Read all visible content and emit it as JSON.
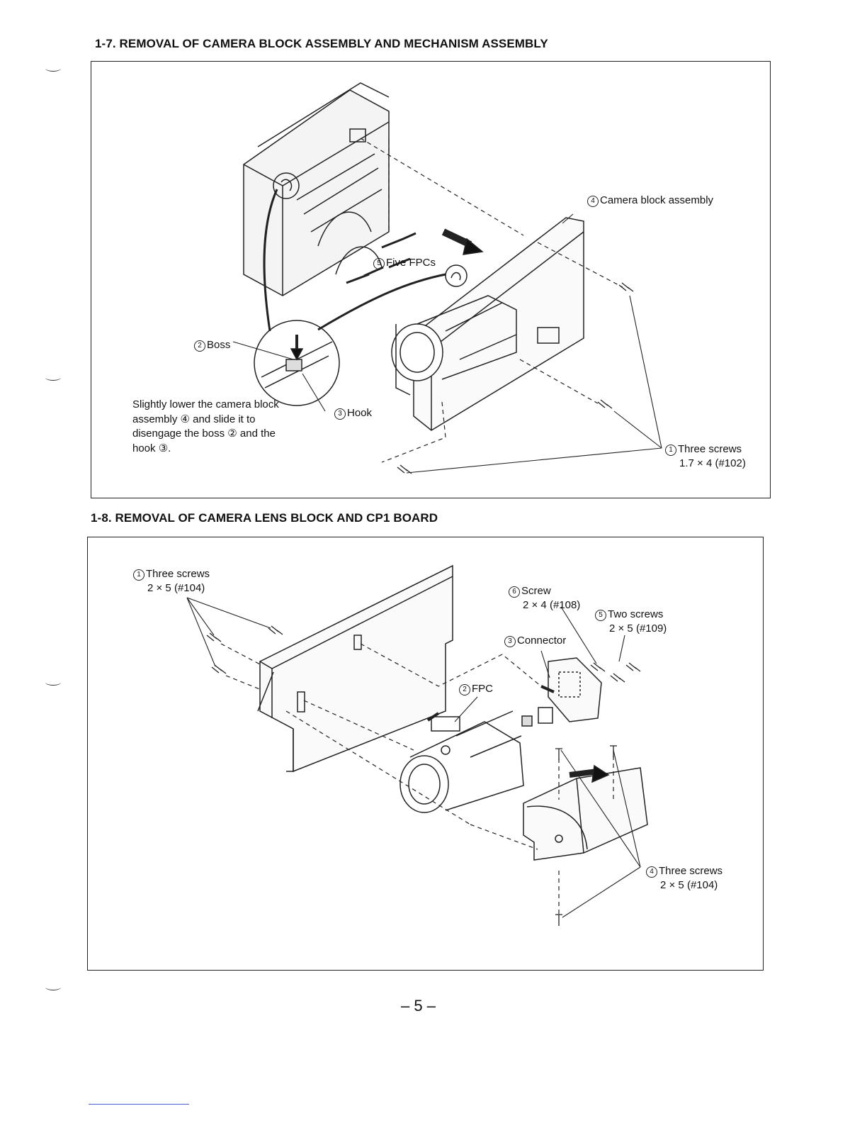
{
  "section_1_7": {
    "heading": "1-7. REMOVAL OF CAMERA BLOCK ASSEMBLY AND MECHANISM ASSEMBLY",
    "labels": {
      "camera_block": {
        "num": "4",
        "text": "Camera block assembly"
      },
      "five_fpcs": {
        "num": "5",
        "text": "Five FPCs"
      },
      "boss": {
        "num": "2",
        "text": "Boss"
      },
      "hook": {
        "num": "3",
        "text": "Hook"
      },
      "three_screws": {
        "num": "1",
        "text": "Three screws",
        "spec": "1.7 × 4 (#102)"
      }
    },
    "note": "Slightly lower the camera block assembly ④ and slide it to disengage the boss ② and the hook ③."
  },
  "section_1_8": {
    "heading": "1-8. REMOVAL OF CAMERA LENS BLOCK AND CP1 BOARD",
    "labels": {
      "three_screws_top": {
        "num": "1",
        "text": "Three screws",
        "spec": "2 × 5 (#104)"
      },
      "screw": {
        "num": "6",
        "text": "Screw",
        "spec": "2 × 4 (#108)"
      },
      "two_screws": {
        "num": "5",
        "text": "Two screws",
        "spec": "2 × 5 (#109)"
      },
      "connector": {
        "num": "3",
        "text": "Connector"
      },
      "fpc": {
        "num": "2",
        "text": "FPC"
      },
      "three_screws_bottom": {
        "num": "4",
        "text": "Three screws",
        "spec": "2 × 5 (#104)"
      }
    }
  },
  "page": {
    "number": "– 5 –"
  }
}
